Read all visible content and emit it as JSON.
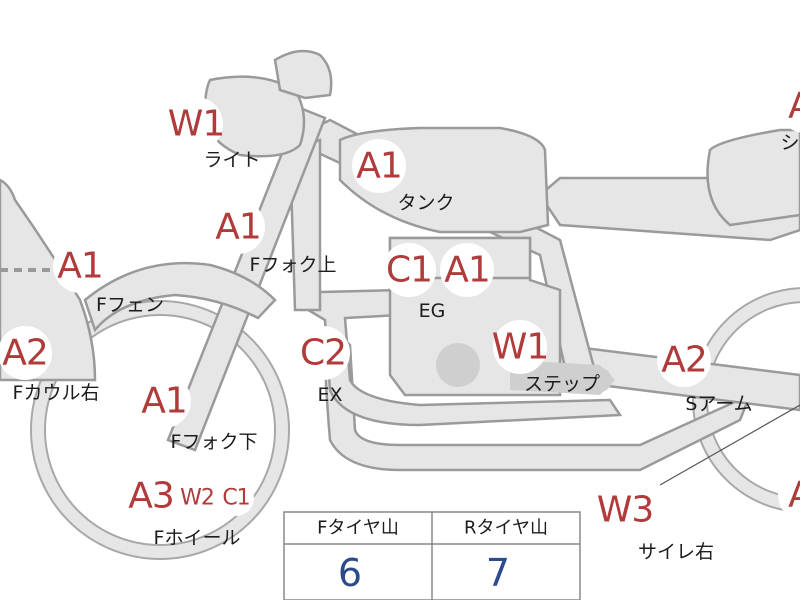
{
  "parts": [
    {
      "id": "light-1",
      "code": "W1",
      "label": "ライト"
    },
    {
      "id": "tank",
      "code": "A1",
      "label": "タンク"
    },
    {
      "id": "seat-partial",
      "code": "A",
      "label": "シ"
    },
    {
      "id": "ffork-upper",
      "code": "A1",
      "label": "Fフォク上"
    },
    {
      "id": "ffender",
      "code": "A1",
      "label": "Fフェン"
    },
    {
      "id": "engine-c",
      "code": "C1",
      "label": ""
    },
    {
      "id": "engine-a",
      "code": "A1",
      "label": "EG"
    },
    {
      "id": "fcowl-right",
      "code": "A2",
      "label": "Fカウル右"
    },
    {
      "id": "exhaust",
      "code": "C2",
      "label": "EX"
    },
    {
      "id": "step",
      "code": "W1",
      "label": "ステップ"
    },
    {
      "id": "swingarm",
      "code": "A2",
      "label": "Sアーム"
    },
    {
      "id": "ffork-lower",
      "code": "A1",
      "label": "Fフォク下"
    },
    {
      "id": "fwheel-a",
      "code": "A3",
      "label": "Fホイール"
    },
    {
      "id": "fwheel-w",
      "code": "W2",
      "label": ""
    },
    {
      "id": "fwheel-c",
      "code": "C1",
      "label": ""
    },
    {
      "id": "muffler-right",
      "code": "W3",
      "label": "サイレ右"
    },
    {
      "id": "rear-partial",
      "code": "A",
      "label": ""
    }
  ],
  "tire_table": {
    "headers": [
      "Fタイヤ山",
      "Rタイヤ山"
    ],
    "values": [
      "6",
      "7"
    ]
  },
  "colors": {
    "code_red": "#b03b3b",
    "value_blue": "#2c4a8c",
    "part_fill": "#e6e6e6",
    "part_stroke": "#9a9a9a"
  }
}
